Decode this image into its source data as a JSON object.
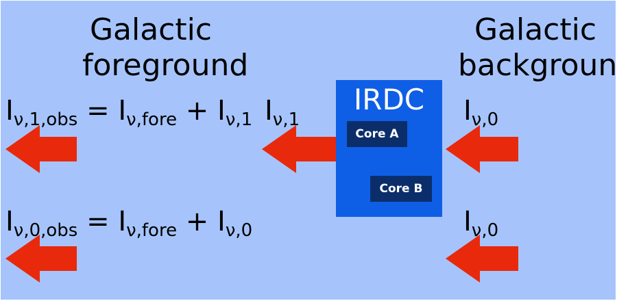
{
  "headings": {
    "left": [
      "Galactic",
      "foreground"
    ],
    "right": [
      "Galactic",
      "background"
    ]
  },
  "cloud": {
    "title": "IRDC",
    "cores": [
      "Core A",
      "Core B"
    ]
  },
  "equations": {
    "top": {
      "lhs_sub": "ν,1,obs",
      "t1_sub": "ν,fore",
      "t2_sub": "ν,1"
    },
    "bottom": {
      "lhs_sub": "ν,0,obs",
      "t1_sub": "ν,fore",
      "t2_sub": "ν,0"
    }
  },
  "labels": {
    "mid": "ν,1",
    "right_top": "ν,0",
    "right_bottom": "ν,0"
  },
  "symbols": {
    "intensity": "I",
    "equals": "=",
    "plus": "+"
  },
  "colors": {
    "panel": "#a6c4fb",
    "cloud": "#0f5ee6",
    "core": "#0b2e6b",
    "arrow": "#e8290c"
  }
}
